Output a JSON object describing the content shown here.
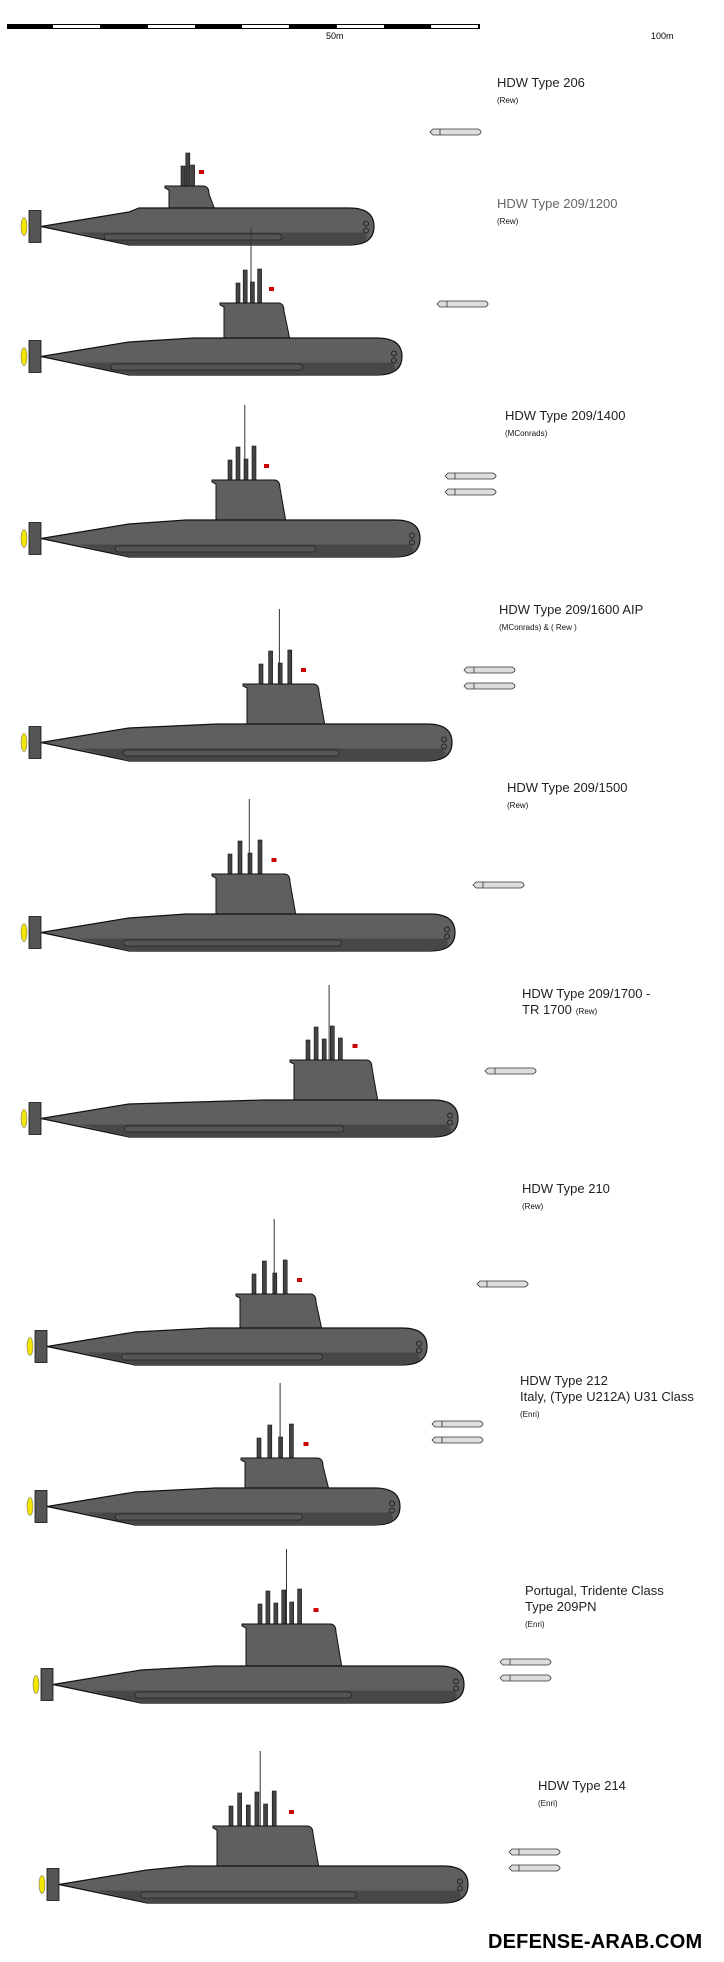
{
  "scale": {
    "labels": [
      "50m",
      "100m"
    ],
    "segments": 10,
    "max_meters": 100
  },
  "submarines": [
    {
      "title": "HDW Type 206",
      "extra": "",
      "credit": "(Rew)",
      "torpedoes": 1
    },
    {
      "title": "HDW Type 209/1200",
      "extra": "",
      "credit": "(Rew)",
      "torpedoes": 1
    },
    {
      "title": "HDW Type 209/1400",
      "extra": "",
      "credit": "(MConrads)",
      "torpedoes": 2
    },
    {
      "title": "HDW Type 209/1600 AIP",
      "extra": "",
      "credit": "(MConrads) & ( Rew )",
      "torpedoes": 2
    },
    {
      "title": "HDW Type 209/1500",
      "extra": "",
      "credit": "(Rew)",
      "torpedoes": 1
    },
    {
      "title": "HDW Type 209/1700 -",
      "extra": "TR 1700",
      "credit": "(Rew)",
      "torpedoes": 1
    },
    {
      "title": "HDW Type 210",
      "extra": "",
      "credit": "(Rew)",
      "torpedoes": 1
    },
    {
      "title": "HDW Type 212",
      "extra": "Italy, (Type U212A) U31 Class",
      "credit": "(Enri)",
      "torpedoes": 2
    },
    {
      "title": "Portugal, Tridente Class",
      "extra": "Type 209PN",
      "credit": "(Enri)",
      "torpedoes": 2
    },
    {
      "title": "HDW Type 214",
      "extra": "",
      "credit": "(Enri)",
      "torpedoes": 2
    }
  ],
  "footer": "DEFENSE-ARAB.COM",
  "colors": {
    "hull": "#5f5f5f",
    "hull_dark": "#474747",
    "propeller": "#f2e600",
    "flag": "#cc0000"
  }
}
